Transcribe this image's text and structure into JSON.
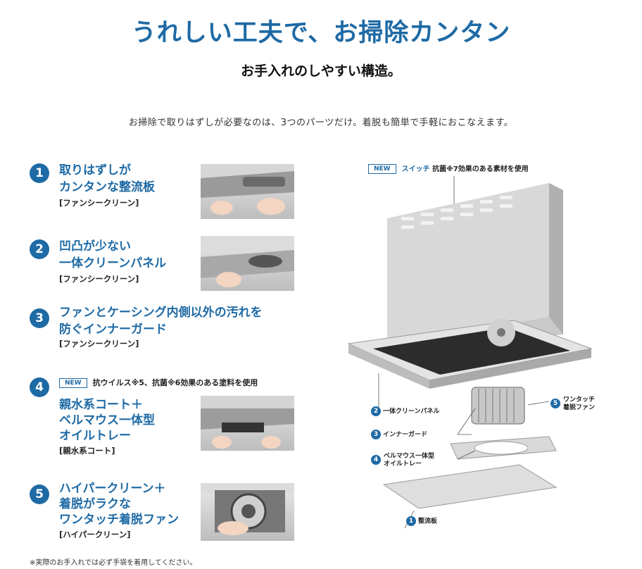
{
  "title": "うれしい工夫で、お掃除カンタン",
  "subtitle": "お手入れのしやすい構造。",
  "intro": "お掃除で取りはずしが必要なのは、3つのパーツだけ。着脱も簡単で手軽におこなえます。",
  "items": [
    {
      "num": "1",
      "line1": "取りはずしが",
      "line2": "カンタンな整流板",
      "sub": "[ファンシークリーン]"
    },
    {
      "num": "2",
      "line1": "凹凸が少ない",
      "line2": "一体クリーンパネル",
      "sub": "[ファンシークリーン]"
    },
    {
      "num": "3",
      "line1": "ファンとケーシング内側以外の汚れを",
      "line2": "防ぐインナーガード",
      "sub": "[ファンシークリーン]"
    },
    {
      "num": "4",
      "badge": "NEW",
      "note": "抗ウイルス※5、抗菌※6効果のある塗料を使用",
      "line1": "親水系コート＋",
      "line2": "ベルマウス一体型",
      "line3": "オイルトレー",
      "sub": "[親水系コート]"
    },
    {
      "num": "5",
      "line1": "ハイパークリーン＋",
      "line2": "着脱がラクな",
      "line3": "ワンタッチ着脱ファン",
      "sub": "[ハイパークリーン]"
    }
  ],
  "diagram": {
    "badge": "NEW",
    "switch": "スイッチ",
    "note": "抗菌※7効果のある素材を使用",
    "callouts": {
      "c1": {
        "num": "1",
        "label": "整流板"
      },
      "c2": {
        "num": "2",
        "label": "一体クリーンパネル"
      },
      "c3": {
        "num": "3",
        "label": "インナーガード"
      },
      "c4": {
        "num": "4",
        "label1": "ベルマウス一体型",
        "label2": "オイルトレー"
      },
      "c5": {
        "num": "5",
        "label1": "ワンタッチ",
        "label2": "着脱ファン"
      }
    }
  },
  "footnote": "※実際のお手入れでは必ず手袋を着用してください。",
  "colors": {
    "accent": "#1e6aa5",
    "text": "#222222"
  }
}
